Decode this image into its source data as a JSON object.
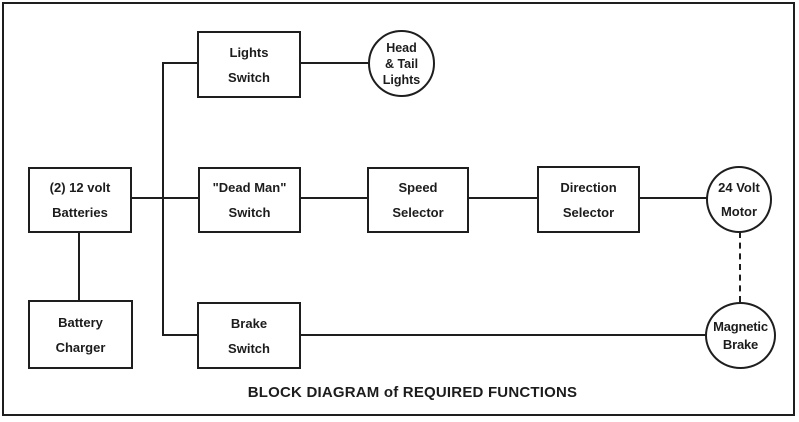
{
  "diagram_title": "BLOCK DIAGRAM of REQUIRED FUNCTIONS",
  "colors": {
    "line": "#1e1e1e",
    "background": "#ffffff",
    "text": "#1c1c1c"
  },
  "nodes": {
    "lights_switch": {
      "shape": "box",
      "line1": "Lights",
      "line2": "Switch"
    },
    "head_tail_lights": {
      "shape": "circle",
      "line1": "Head",
      "line2": "& Tail",
      "line3": "Lights"
    },
    "batteries": {
      "shape": "box",
      "line1": "(2) 12 volt",
      "line2": "Batteries"
    },
    "dead_man_switch": {
      "shape": "box",
      "line1": "\"Dead Man\"",
      "line2": "Switch"
    },
    "speed_selector": {
      "shape": "box",
      "line1": "Speed",
      "line2": "Selector"
    },
    "direction_selector": {
      "shape": "box",
      "line1": "Direction",
      "line2": "Selector"
    },
    "motor": {
      "shape": "circle",
      "line1": "24 Volt",
      "line2": "Motor"
    },
    "battery_charger": {
      "shape": "box",
      "line1": "Battery",
      "line2": "Charger"
    },
    "brake_switch": {
      "shape": "box",
      "line1": "Brake",
      "line2": "Switch"
    },
    "magnetic_brake": {
      "shape": "circle",
      "line1": "Magnetic",
      "line2": "Brake"
    }
  },
  "connections": [
    {
      "from": "batteries",
      "to": "lights_switch",
      "style": "solid"
    },
    {
      "from": "batteries",
      "to": "dead_man_switch",
      "style": "solid"
    },
    {
      "from": "batteries",
      "to": "brake_switch",
      "style": "solid"
    },
    {
      "from": "batteries",
      "to": "battery_charger",
      "style": "solid"
    },
    {
      "from": "lights_switch",
      "to": "head_tail_lights",
      "style": "solid"
    },
    {
      "from": "dead_man_switch",
      "to": "speed_selector",
      "style": "solid"
    },
    {
      "from": "speed_selector",
      "to": "direction_selector",
      "style": "solid"
    },
    {
      "from": "direction_selector",
      "to": "motor",
      "style": "solid"
    },
    {
      "from": "brake_switch",
      "to": "magnetic_brake",
      "style": "solid"
    },
    {
      "from": "motor",
      "to": "magnetic_brake",
      "style": "dashed"
    }
  ]
}
